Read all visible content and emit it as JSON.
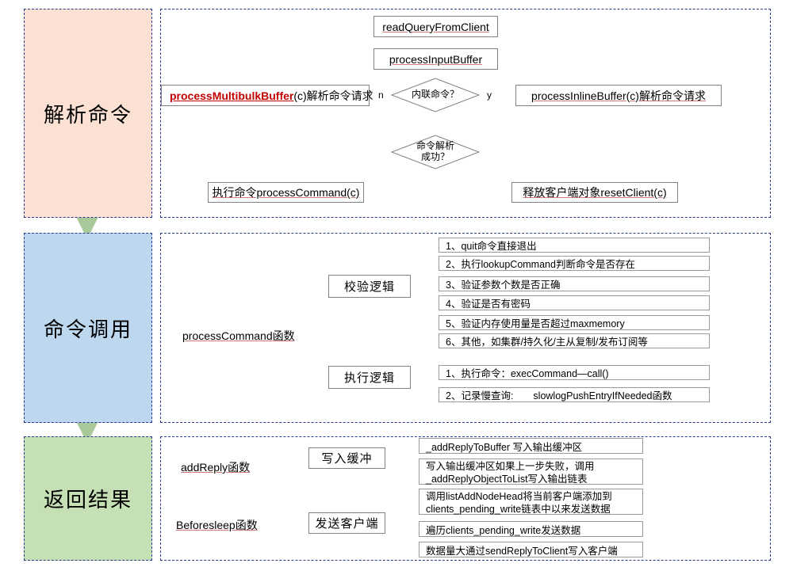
{
  "sections": [
    {
      "label": "解析命令",
      "color": "#FAE1D3"
    },
    {
      "label": "命令调用",
      "color": "#BDD7EE"
    },
    {
      "label": "返回结果",
      "color": "#C5E0B4"
    }
  ],
  "parse": {
    "read_query": "readQueryFromClient",
    "process_input": "processInputBuffer",
    "decision_inline": "内联命令？",
    "branch_n": "n",
    "branch_y": "y",
    "multibulk_fn": "processMultibulkBuffer",
    "multibulk_rest": " (c)解析命令请求",
    "inline_buffer": "processInlineBuffer(c)解析命令请求",
    "decision_parse_l1": "命令解析",
    "decision_parse_l2": "成功？",
    "exec_command": "执行命令processCommand(c)",
    "reset_client": "释放客户端对象resetClient(c)"
  },
  "invoke": {
    "root_label": "processCommand函数",
    "group_validate": "校验逻辑",
    "group_execute": "执行逻辑",
    "validate_items": [
      "1、quit命令直接退出",
      "2、执行lookupCommand判断命令是否存在",
      "3、验证参数个数是否正确",
      "4、验证是否有密码",
      "5、验证内存使用量是否超过maxmemory",
      "6、其他，如集群/持久化/主从复制/发布订阅等"
    ],
    "execute_items": [
      "1、执行命令：execCommand—call()",
      "2、记录慢查询:　　slowlogPushEntryIfNeeded函数"
    ]
  },
  "result": {
    "addreply_label": "addReply函数",
    "beforesleep_label": "Beforesleep函数",
    "group_write_buffer": "写入缓冲",
    "group_send_client": "发送客户端",
    "write_items": [
      {
        "line1": "_addReplyToBuffer 写入输出缓冲区",
        "line2": ""
      },
      {
        "line1": "写入输出缓冲区如果上一步失败，调用",
        "line2": "_addReplyObjectToList写入输出链表"
      },
      {
        "line1": "调用listAddNodeHead将当前客户端添加到",
        "line2": "clients_pending_write链表中以来发送数据"
      }
    ],
    "send_items": [
      {
        "line1": "遍历clients_pending_write发送数据",
        "line2": ""
      },
      {
        "line1": "数据量大通过sendReplyToClient写入客户端",
        "line2": ""
      }
    ]
  },
  "colors": {
    "dashed_border": "#2b3a8f",
    "box_border": "#808080",
    "arrow_blue": "#4472C4",
    "connector_grey": "#A6BCD8",
    "accent_red": "#C00000",
    "section_arrow_green": "#A9C99A"
  }
}
